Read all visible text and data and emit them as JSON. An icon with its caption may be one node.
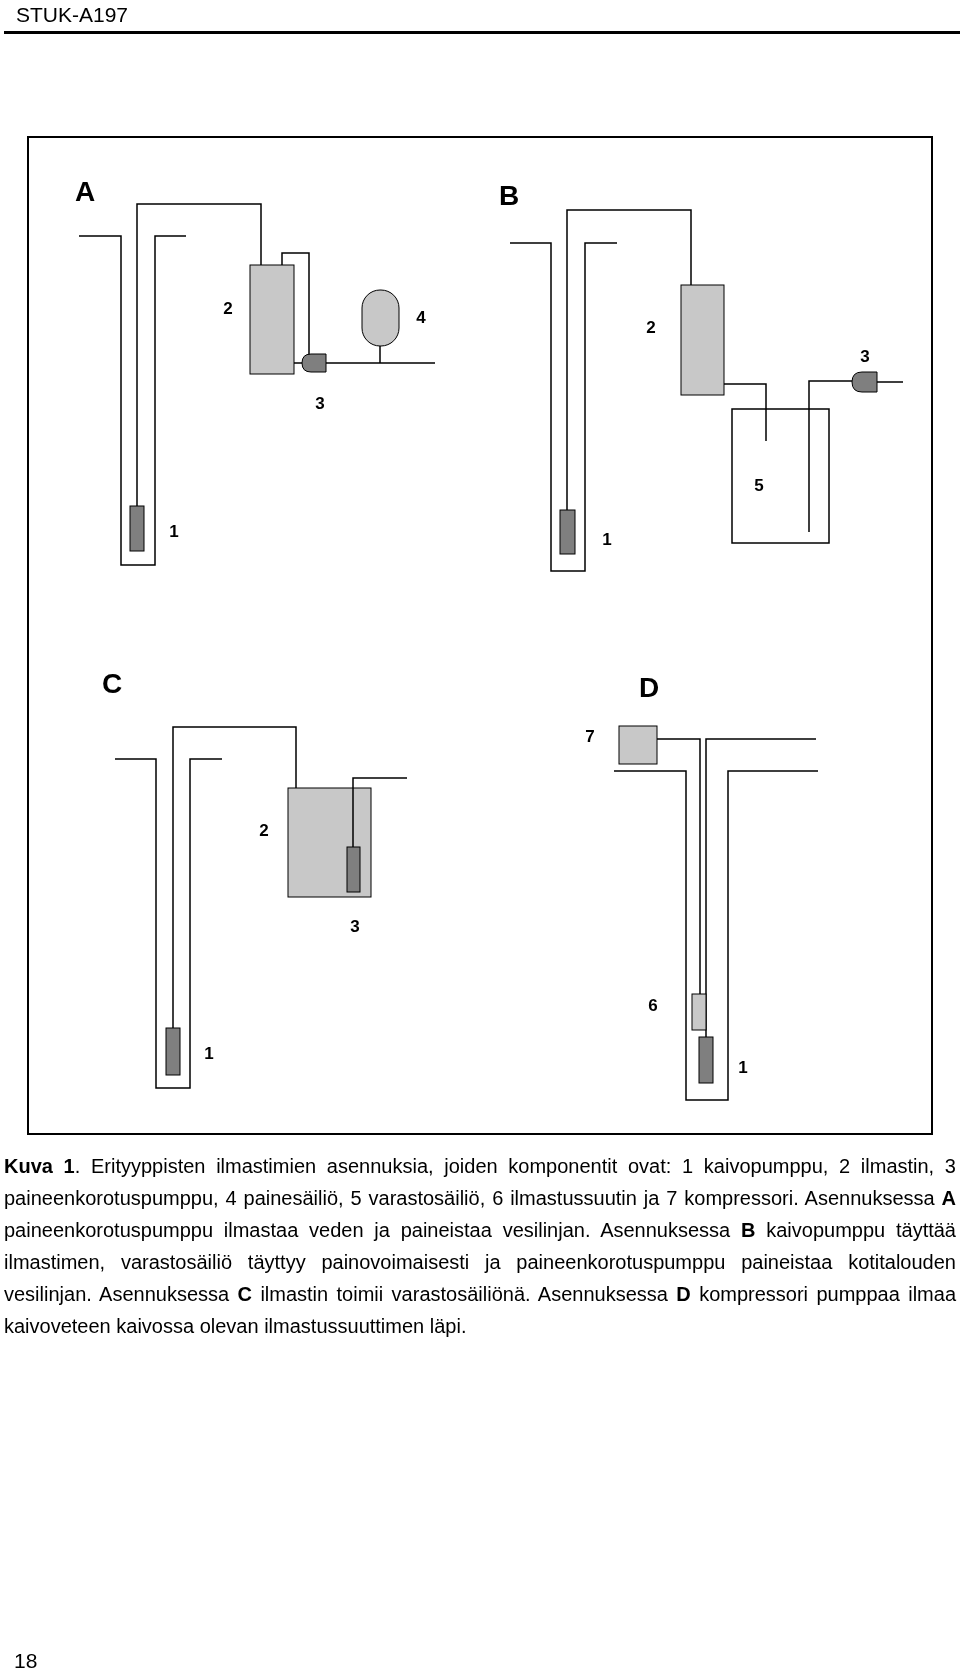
{
  "diagram": {
    "caption": "**Kuva 1**. Erityyppisten ilmastimien asennuksia, joiden komponentit ovat: 1 kaivopumppu, 2 ilmastin, 3 paineenkorotuspumppu, 4 painesäiliö, 5 varastosäiliö, 6 ilmastussuutin ja 7 kompressori. Asennuksessa **A** paineenkorotuspumppu ilmastaa veden ja paineistaa vesilinjan. Asennuksessa **B** kaivopumppu täyttää ilmastimen, varastosäiliö täyttyy painovoimaisesti ja paineenkorotuspumppu paineistaa kotitalouden vesilinjan. Asennuksessa **C** ilmastin toimii varastosäiliönä. Asennuksessa **D** kompressori pumppaa ilmaa kaivoveteen kaivossa olevan ilmastussuuttimen läpi.",
    "labels": [
      "STUK-A197",
      "A",
      "2",
      "4",
      "3",
      "1",
      "B",
      "2",
      "3",
      "5",
      "1",
      "C",
      "2",
      "3",
      "1",
      "D",
      "7",
      "6",
      "1",
      "18"
    ]
  }
}
